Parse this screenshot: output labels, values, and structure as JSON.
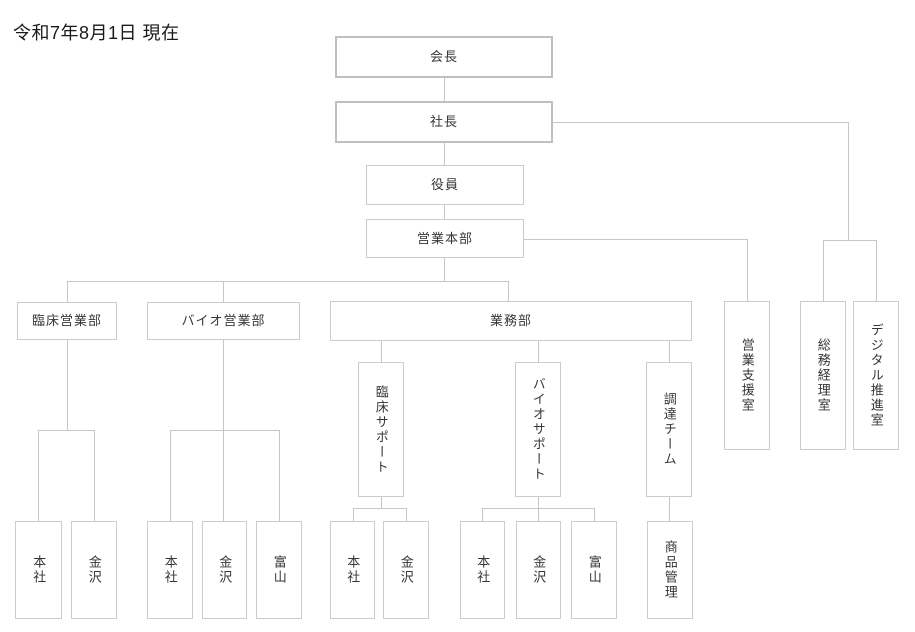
{
  "title": {
    "date_label": "令和7年8月1日 現在"
  },
  "colors": {
    "line": "#c6c6c6",
    "box-border": "#cccccc",
    "box-border-em": "#bfbfbf",
    "text": "#363636",
    "date-text": "#1a1a1a"
  },
  "org": {
    "type": "org-chart",
    "nodes": [
      {
        "id": "chairman",
        "label": "会長",
        "parent": null
      },
      {
        "id": "president",
        "label": "社長",
        "parent": "chairman"
      },
      {
        "id": "executives",
        "label": "役員",
        "parent": "president"
      },
      {
        "id": "sales-headquarters",
        "label": "営業本部",
        "parent": "executives"
      },
      {
        "id": "clinical-sales-dept",
        "label": "臨床営業部",
        "parent": "sales-headquarters"
      },
      {
        "id": "bio-sales-dept",
        "label": "バイオ営業部",
        "parent": "sales-headquarters"
      },
      {
        "id": "operations-dept",
        "label": "業務部",
        "parent": "sales-headquarters"
      },
      {
        "id": "sales-support-office",
        "label": "営業支援室",
        "parent": "sales-headquarters"
      },
      {
        "id": "general-affairs-accounting-office",
        "label": "総務経理室",
        "parent": "president"
      },
      {
        "id": "digital-promotion-office",
        "label": "デジタル推進室",
        "parent": "president"
      },
      {
        "id": "clinical-support-team",
        "label": "臨床サポート",
        "parent": "operations-dept"
      },
      {
        "id": "bio-support-team",
        "label": "バイオサポート",
        "parent": "operations-dept"
      },
      {
        "id": "procurement-team",
        "label": "調達チーム",
        "parent": "operations-dept"
      },
      {
        "id": "clinical-sales-honsha",
        "label": "本社",
        "parent": "clinical-sales-dept"
      },
      {
        "id": "clinical-sales-kanazawa",
        "label": "金沢",
        "parent": "clinical-sales-dept"
      },
      {
        "id": "bio-sales-honsha",
        "label": "本社",
        "parent": "bio-sales-dept"
      },
      {
        "id": "bio-sales-kanazawa",
        "label": "金沢",
        "parent": "bio-sales-dept"
      },
      {
        "id": "bio-sales-toyama",
        "label": "富山",
        "parent": "bio-sales-dept"
      },
      {
        "id": "clinical-support-honsha",
        "label": "本社",
        "parent": "clinical-support-team"
      },
      {
        "id": "clinical-support-kanazawa",
        "label": "金沢",
        "parent": "clinical-support-team"
      },
      {
        "id": "bio-support-honsha",
        "label": "本社",
        "parent": "bio-support-team"
      },
      {
        "id": "bio-support-kanazawa",
        "label": "金沢",
        "parent": "bio-support-team"
      },
      {
        "id": "bio-support-toyama",
        "label": "富山",
        "parent": "bio-support-team"
      },
      {
        "id": "product-management",
        "label": "商品管理",
        "parent": "procurement-team"
      }
    ]
  }
}
